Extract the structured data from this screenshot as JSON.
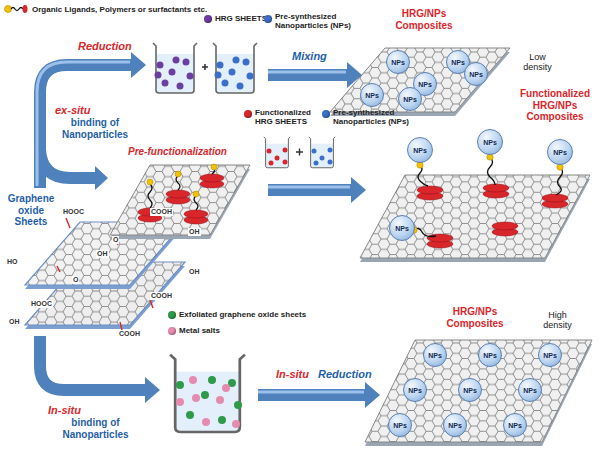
{
  "diagram": {
    "nodes": [
      {
        "text": [
          "NPs"
        ]
      },
      {
        "text": [
          "NPs"
        ]
      },
      {
        "text": [
          "NPs"
        ]
      },
      {
        "text": [
          "NPs"
        ]
      },
      {
        "text": [
          "NPs"
        ]
      },
      {
        "text": [
          "NPs"
        ]
      },
      {
        "text": [
          "NPs"
        ]
      },
      {
        "text": [
          "NPs"
        ]
      },
      {
        "text": [
          "NPs"
        ]
      },
      {
        "text": [
          "NPs"
        ]
      },
      {
        "text": [
          "NPs"
        ]
      },
      {
        "text": [
          "NPs"
        ]
      },
      {
        "text": [
          "NPs"
        ]
      },
      {
        "text": [
          "NPs"
        ]
      },
      {
        "text": [
          "NPs"
        ]
      },
      {
        "text": [
          "NPs"
        ]
      },
      {
        "text": [
          "NPs"
        ]
      },
      {
        "text": [
          "NPs"
        ]
      },
      {
        "text": [
          "NPs"
        ]
      }
    ],
    "labels": [
      "Reduction",
      "Mixing",
      "HRG/NPs Composites",
      "Low density",
      "ex-situ",
      "binding of Nanoparticles",
      "Pre-functionalization",
      "Functionalized HRG/NPs Composites",
      "Graphene oxide Sheets",
      "HOOC",
      "COOH",
      "OH",
      "O",
      "HO",
      "OH",
      "COOH",
      "HOOC",
      "OH",
      "O",
      "COOH",
      "OH",
      "In-situ",
      "binding of Nanoparticles",
      "In-situ",
      "Reduction",
      "HRG/NPs Composites",
      "High density"
    ],
    "legend": [
      {
        "text": "Organic Ligands, Polymers or surfactants etc."
      },
      {
        "text": "HRG SHEETS",
        "color": "#6b3fa0"
      },
      {
        "text": "Pre-synthesized Nanoparticles (NPs)",
        "color": "#3b6fc9"
      },
      {
        "text": "Functionalized HRG SHEETS",
        "color": "#d9262b"
      },
      {
        "text": "Pre-synthesized Nanoparticles (NPs)",
        "color": "#3b6fc9"
      },
      {
        "text": "Exfoliated graphene oxide sheets",
        "color": "#2e9a4a"
      },
      {
        "text": "Metal salts",
        "color": "#e58bb0"
      }
    ]
  }
}
